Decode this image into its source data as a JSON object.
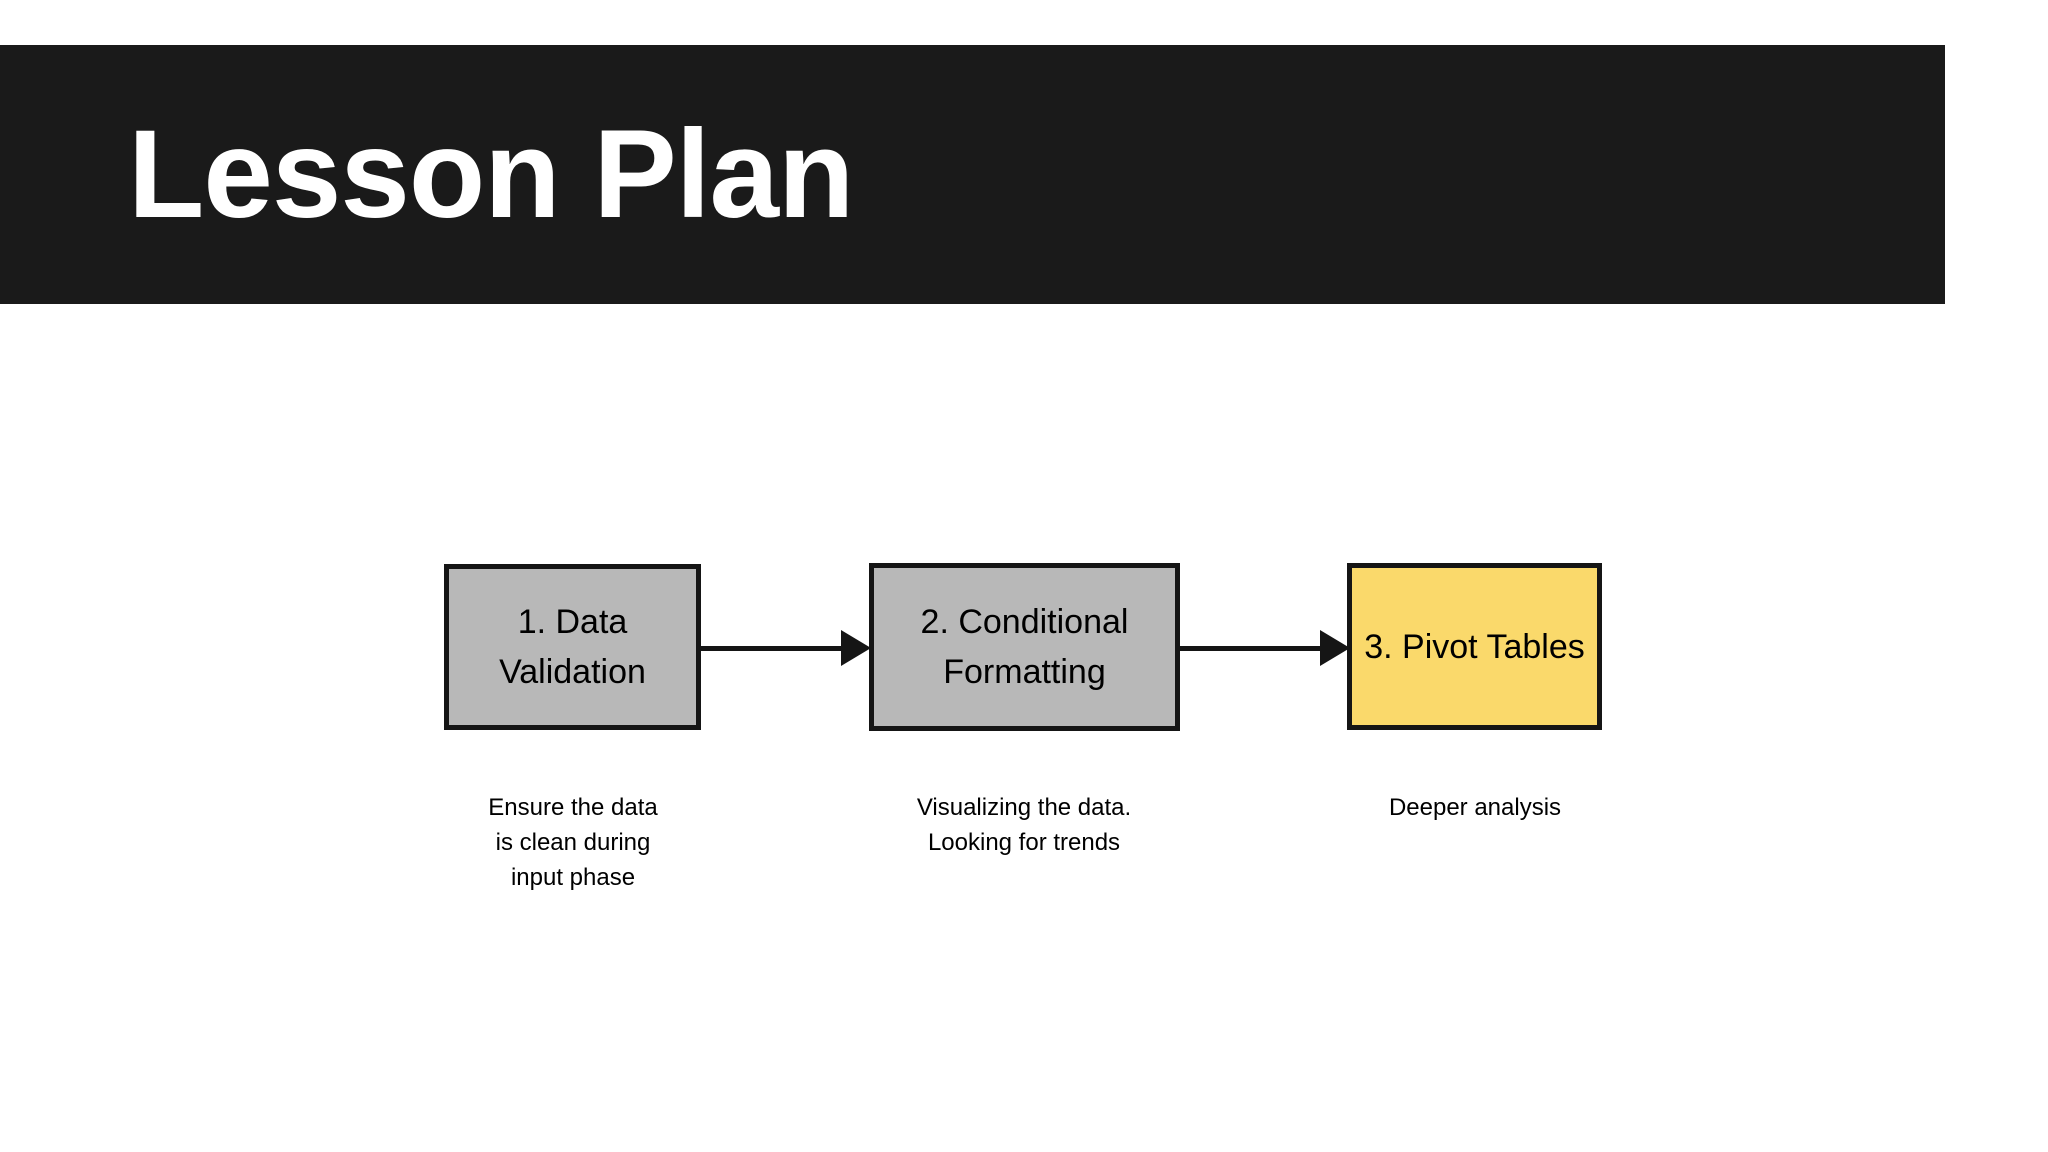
{
  "slide": {
    "title": "Lesson Plan",
    "background_color": "#ffffff",
    "banner_color": "#1a1a1a",
    "title_color": "#ffffff"
  },
  "diagram": {
    "type": "flowchart",
    "direction": "left-to-right",
    "connector_color": "#151515",
    "nodes": [
      {
        "label": "1. Data Validation",
        "caption": "Ensure the data\nis clean during\ninput phase",
        "fill_color": "#b8b8b8",
        "border_color": "#151515"
      },
      {
        "label": "2. Conditional Formatting",
        "caption": "Visualizing the data.\nLooking for trends",
        "fill_color": "#b8b8b8",
        "border_color": "#151515"
      },
      {
        "label": "3. Pivot Tables",
        "caption": "Deeper analysis",
        "fill_color": "#fad96b",
        "border_color": "#151515"
      }
    ],
    "connectors": [
      {
        "from": "1. Data Validation",
        "to": "2. Conditional Formatting",
        "style": "solid-arrow"
      },
      {
        "from": "2. Conditional Formatting",
        "to": "3. Pivot Tables",
        "style": "solid-arrow"
      }
    ]
  }
}
